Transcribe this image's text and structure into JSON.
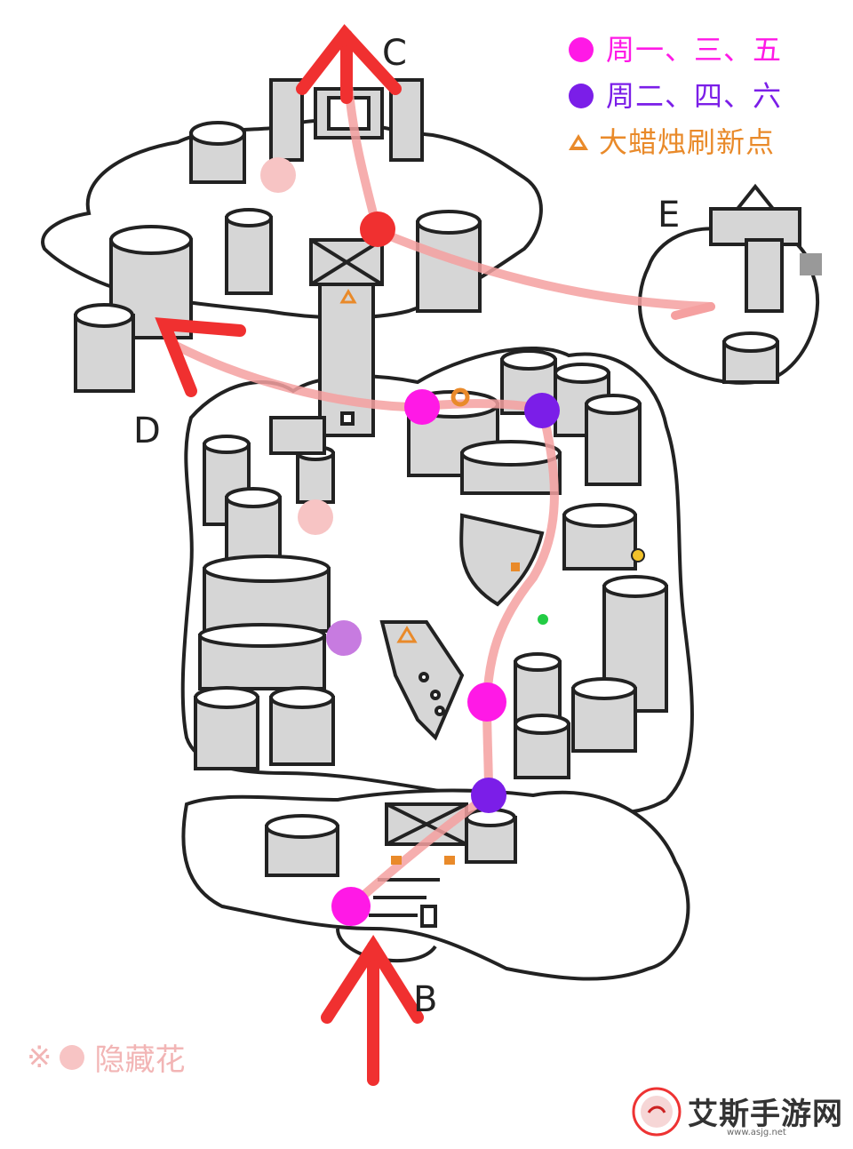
{
  "map": {
    "exit_labels": {
      "c": "C",
      "e": "E",
      "d": "D",
      "b": "B"
    }
  },
  "legend": {
    "items": [
      {
        "label": "周一、三、五",
        "color": "#ff19e6",
        "kind": "circle"
      },
      {
        "label": "周二、四、六",
        "color": "#7b1ee8",
        "kind": "circle"
      },
      {
        "label": "大蜡烛刷新点",
        "color": "#e98a2a",
        "kind": "triangle"
      }
    ]
  },
  "hidden_flower_note": {
    "prefix": "※",
    "label": "隐藏花",
    "color": "#f7c4c4"
  },
  "watermark": {
    "title": "艾斯手游网",
    "url": "www.asjg.net"
  },
  "colors": {
    "route": "#f03030",
    "route_soft": "#f5a0a0",
    "mon_wed_fri": "#ff19e6",
    "tue_thu_sat": "#7b1ee8",
    "candle": "#e98a2a",
    "hidden_flower": "#f7c4c4",
    "building_fill": "#d6d6d6",
    "building_top": "#ffffff",
    "green_dot": "#22cc44"
  }
}
